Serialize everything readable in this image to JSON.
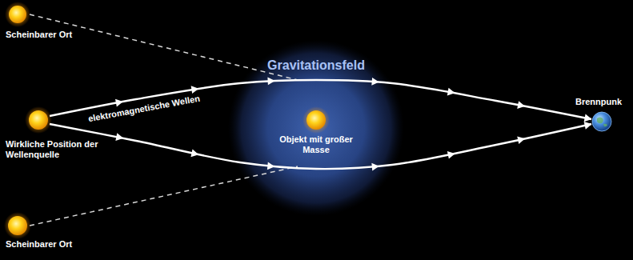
{
  "diagram": {
    "nodes": [
      {
        "text": [
          "Scheinbarer Ort"
        ]
      },
      {
        "text": [
          "Wirkliche Position der Wellenquelle"
        ]
      },
      {
        "text": [
          "Gravitationsfeld"
        ]
      },
      {
        "text": [
          "Objekt mit großer Masse"
        ],
        "in": 2
      },
      {
        "text": [
          "Brennpunk"
        ]
      },
      {
        "text": [
          "Scheinbarer Ort"
        ]
      }
    ],
    "edges": [
      {
        "from": 1,
        "to": 4,
        "arrow": "to",
        "label": "elektromagnetische Wellen"
      },
      {
        "from": 1,
        "to": 4,
        "arrow": "to"
      }
    ]
  }
}
